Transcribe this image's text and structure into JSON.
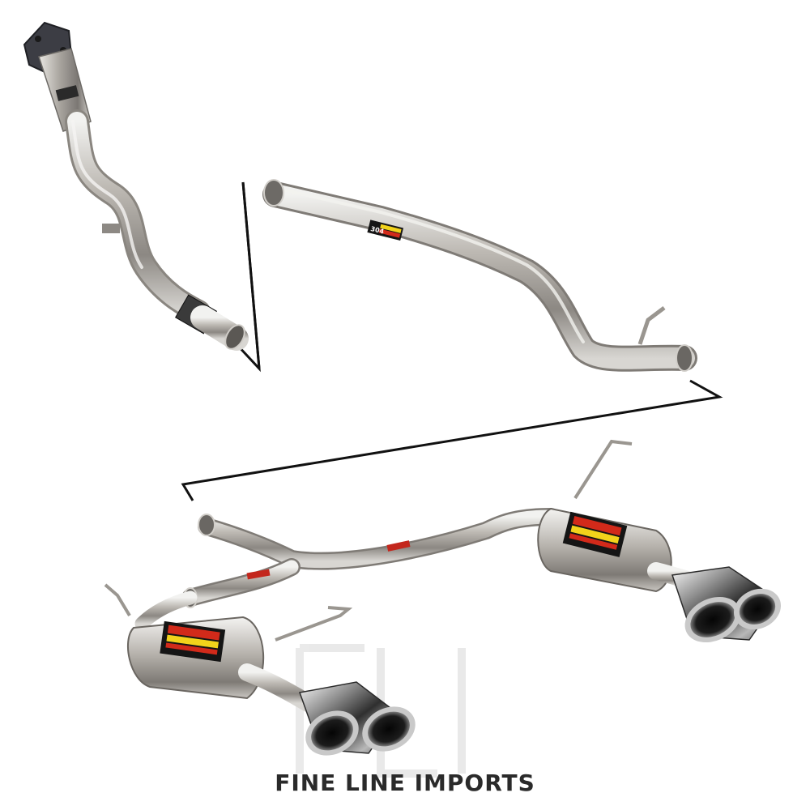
{
  "brand": {
    "name": "FINE LINE IMPORTS",
    "watermark": "FLI"
  },
  "labels": {
    "grade": "304"
  },
  "colors": {
    "background": "#ffffff",
    "steel": "#b9b6b1",
    "steel_dark": "#6f6c68",
    "label_red": "#d22a1a",
    "label_yellow": "#f2d31b",
    "brand_text": "#2a2a2a"
  }
}
